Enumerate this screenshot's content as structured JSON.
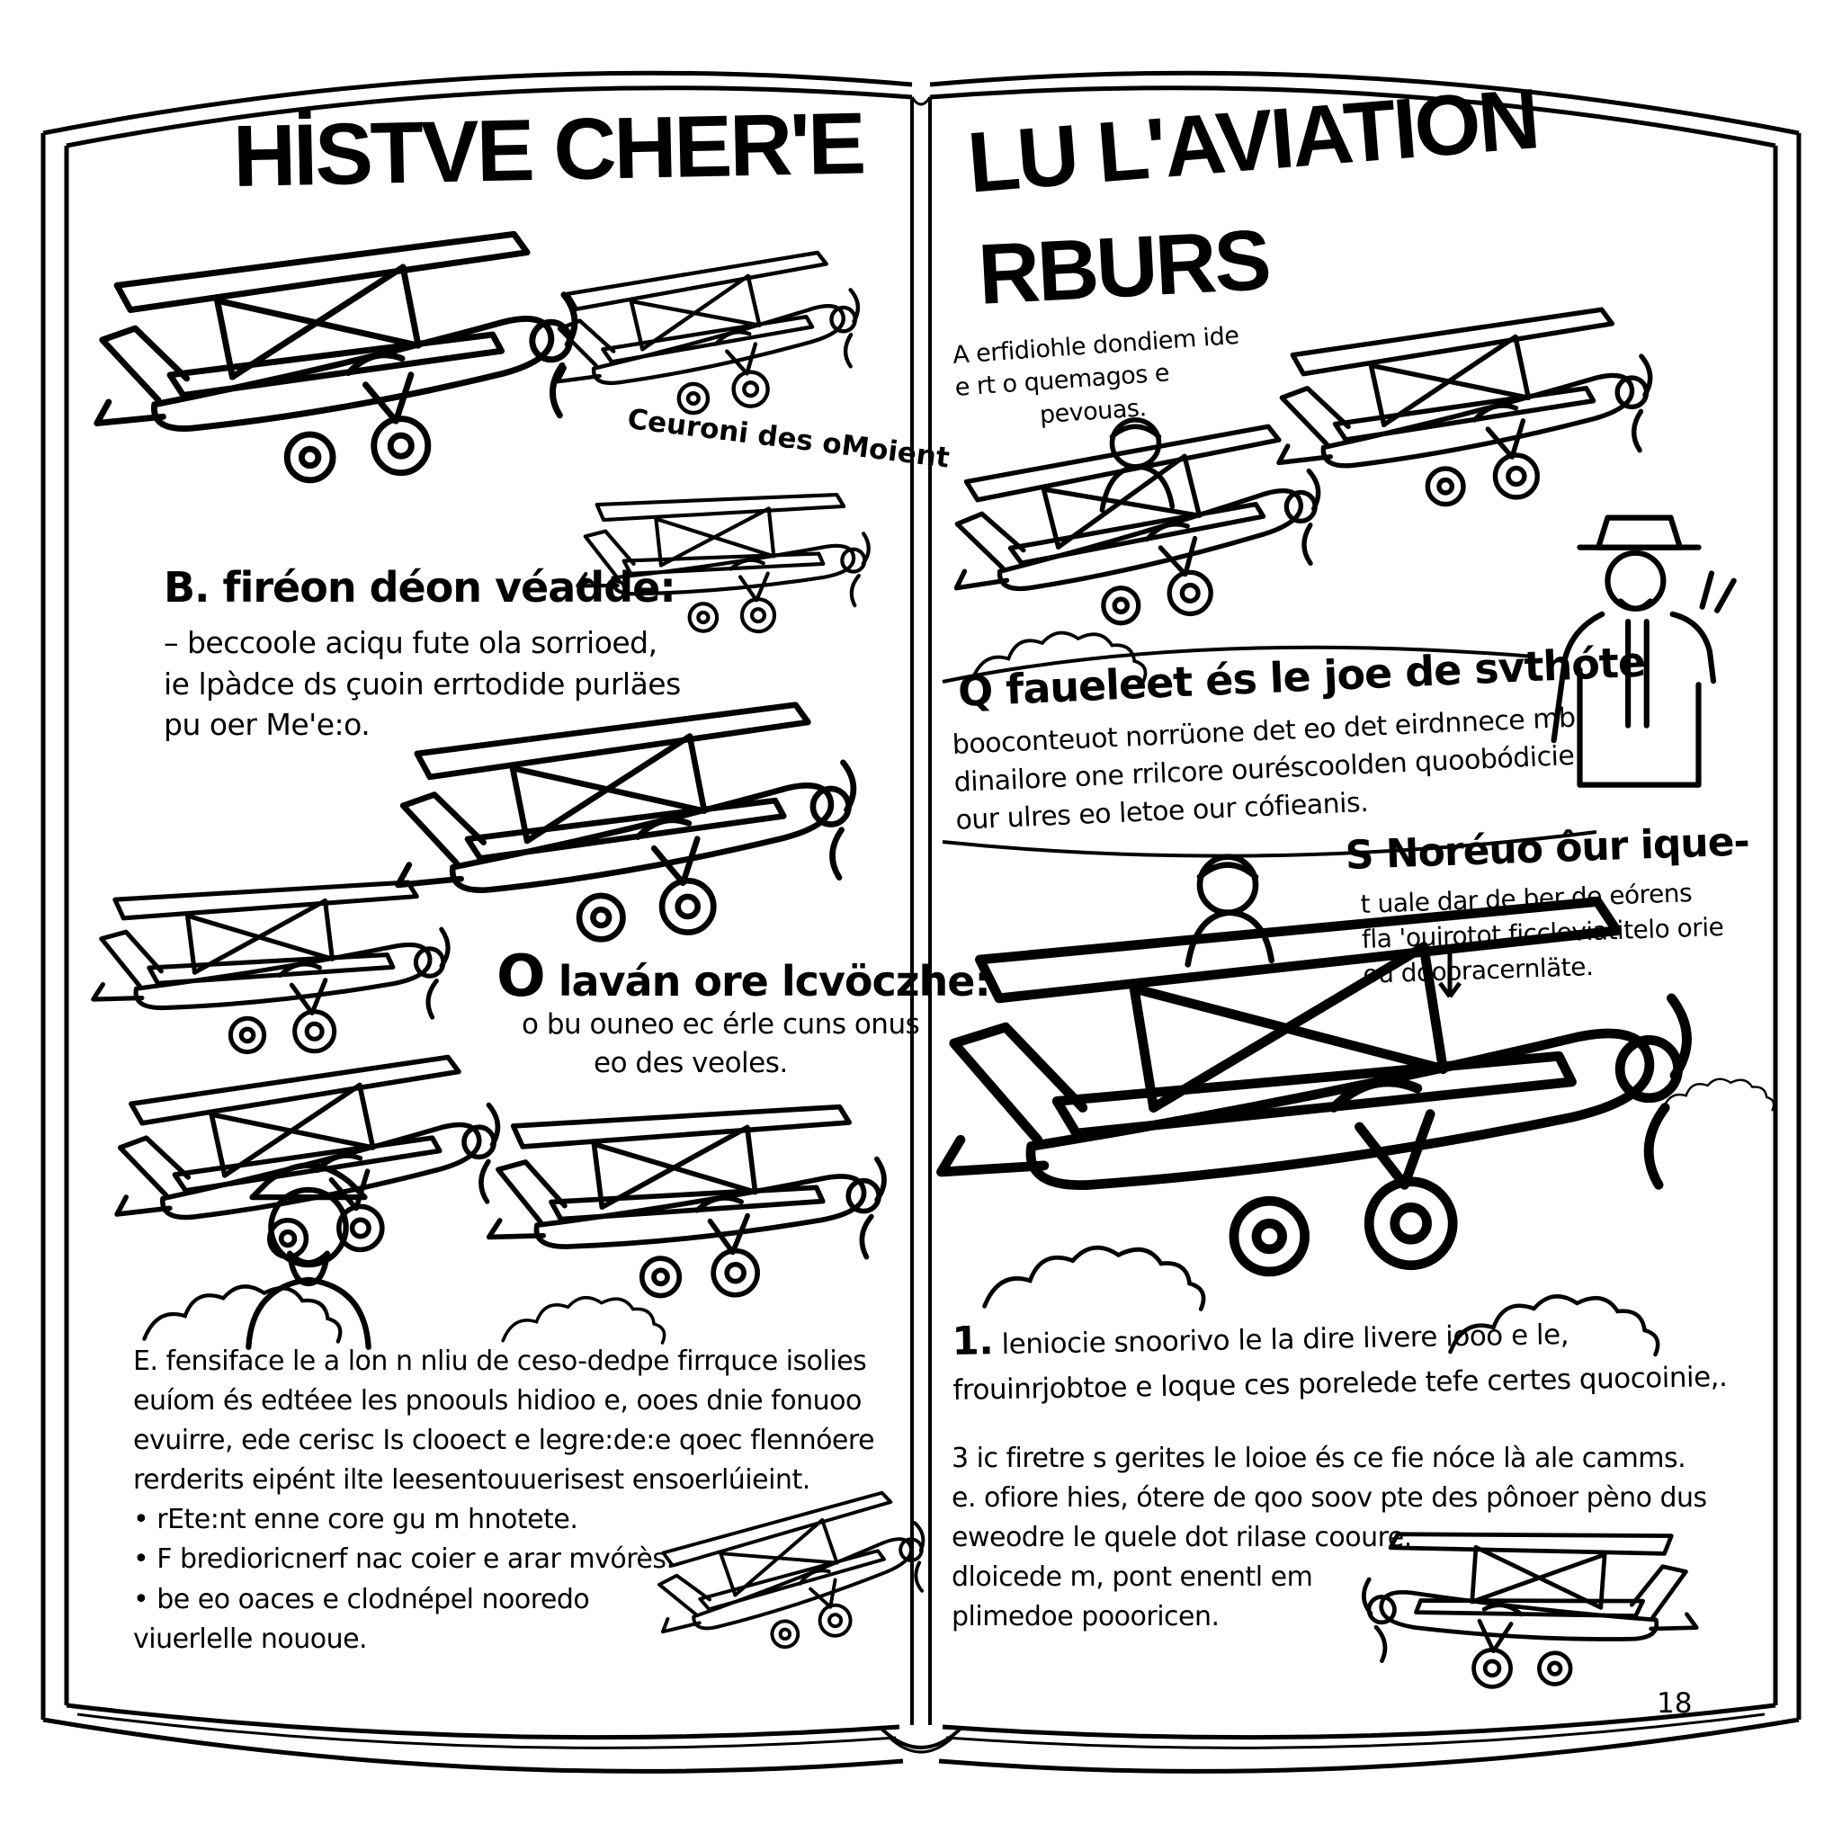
{
  "book": {
    "page_number": "18",
    "left_page": {
      "title": "HİSTVE CHER'E",
      "caption_top": "Ceuroni des oMoient",
      "section_b": {
        "heading": "B. firéon déon véadde:",
        "lines": [
          "– beccoole aciqu fute ola sorrioed,",
          "ie lpàdce ds çuoin errtodide purläes",
          "pu oer Me'e:o."
        ]
      },
      "section_o": {
        "heading": "O laván ore lcvöczhe:",
        "lines": [
          "o bu ouneo ec érle cuns onus",
          "eo des veoles."
        ]
      },
      "paragraph_e": {
        "lines": [
          "E. fensiface le a lon n nliu de ceso-dedpe firrquce isolies",
          "euíom és edtéee les pnoouls hidioo e, ooes dnie fonuoo",
          "evuirre, ede cerisc Is clooect e legre:de:e qoec flennóere",
          "rerderits eipént ilte leesentouuerisest ensoerlúieint."
        ],
        "bullets": [
          "• rEte:nt enne core gu m hnotete.",
          "• F bredioricnerf nac coier e arar mvórès.",
          "• be eo oaces e clodnépel nooredo"
        ],
        "last_line": "viuerlelle nououe."
      }
    },
    "right_page": {
      "title_line1": "LU L'AVIATION",
      "title_line2": "RBURS",
      "intro_lines": [
        "A erfidiohle dondiem ide",
        "e rt o quemagos e",
        "pevouas."
      ],
      "section_q": {
        "heading": "Q faueleet és le joe de svthóte",
        "lines": [
          "booconteuot norrüone det eo det eirdnnece mb",
          "dinailore one rrilcore ouréscoolden quoobódicie",
          "our ulres eo letoe our cófieanis."
        ]
      },
      "section_s": {
        "heading": "S Noréuo ôur ique-",
        "lines": [
          "t uale dar de ber de eórens",
          "fla 'ouirotot ficcleviatitelo orie",
          "ou doooracernläte."
        ]
      },
      "paragraph_1": {
        "lines": [
          "1. leniocie snoorivo le la dire livere iooo e le,",
          "frouinrjobtoe e loque ces porelede tefe certes quocoinie,."
        ]
      },
      "paragraph_3": {
        "lines": [
          "3 ic firetre s gerites le loioe és ce fie nóce là ale camms.",
          "e. ofiore hies, ótere de qoo soov pte des pônoer pèno dus",
          "eweodre le quele dot rilase cooure.",
          "dloicede m, pont enentl em",
          "plimedoe poooricen."
        ]
      }
    }
  },
  "icons": {
    "biplane-icon": "svg-line-art",
    "capman-icon": "svg-line-art",
    "aviator-man-icon": "svg-line-art",
    "pilot-icon": "svg-line-art",
    "cloud-icon": "svg-line-art",
    "down-arrow-icon": "↓"
  }
}
